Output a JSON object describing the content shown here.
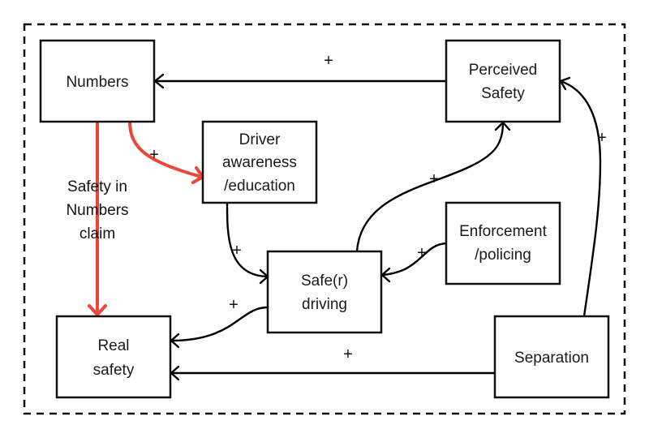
{
  "diagram": {
    "type": "causal-loop",
    "colors": {
      "edge": "#000000",
      "highlight": "#e8473a",
      "box_stroke": "#111111",
      "background": "#ffffff"
    },
    "nodes": {
      "numbers": {
        "lines": [
          "Numbers"
        ]
      },
      "perceived_safety": {
        "lines": [
          "Perceived",
          "Safety"
        ]
      },
      "driver_awareness": {
        "lines": [
          "Driver",
          "awareness",
          "/education"
        ]
      },
      "enforcement": {
        "lines": [
          "Enforcement",
          "/policing"
        ]
      },
      "safer_driving": {
        "lines": [
          "Safe(r)",
          "driving"
        ]
      },
      "real_safety": {
        "lines": [
          "Real",
          "safety"
        ]
      },
      "separation": {
        "lines": [
          "Separation"
        ]
      }
    },
    "edges": [
      {
        "from": "Perceived Safety",
        "to": "Numbers",
        "polarity": "+",
        "color": "black"
      },
      {
        "from": "Numbers",
        "to": "Driver awareness/education",
        "polarity": "+",
        "color": "red"
      },
      {
        "from": "Numbers",
        "to": "Real safety",
        "polarity": "",
        "color": "red",
        "label": "Safety in Numbers claim"
      },
      {
        "from": "Driver awareness/education",
        "to": "Safe(r) driving",
        "polarity": "+",
        "color": "black"
      },
      {
        "from": "Enforcement/policing",
        "to": "Safe(r) driving",
        "polarity": "+",
        "color": "black"
      },
      {
        "from": "Safe(r) driving",
        "to": "Perceived Safety",
        "polarity": "+",
        "color": "black"
      },
      {
        "from": "Safe(r) driving",
        "to": "Real safety",
        "polarity": "+",
        "color": "black"
      },
      {
        "from": "Separation",
        "to": "Real safety",
        "polarity": "+",
        "color": "black"
      },
      {
        "from": "Separation",
        "to": "Perceived Safety",
        "polarity": "+",
        "color": "black"
      }
    ],
    "annotation": {
      "lines": [
        "Safety in",
        "Numbers",
        "claim"
      ]
    },
    "polarity_symbol": "+"
  }
}
